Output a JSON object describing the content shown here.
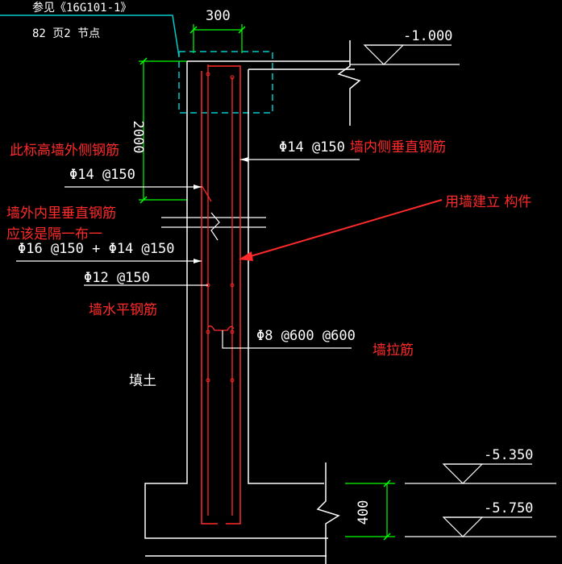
{
  "header": {
    "ref_line1": "参见《16G101-1》",
    "ref_line2": "82 页2 节点"
  },
  "dimensions": {
    "top_width": "300",
    "vertical_height": "2000",
    "base_thickness": "400"
  },
  "elevations": {
    "top": "-1.000",
    "upper_base": "-5.350",
    "lower_base": "-5.750"
  },
  "rebar_labels": {
    "inner_vertical": "Φ14 @150",
    "outer_vertical_high": "Φ14 @150",
    "outer_vertical_combined": "Φ16 @150 + Φ14 @150",
    "horizontal": "Φ12 @150",
    "tie": "Φ8 @600 @600"
  },
  "soil_label": "填土",
  "annotations": {
    "outer_high": "此标高墙外侧钢筋",
    "inner_vertical": "墙内侧垂直钢筋",
    "use_wall": "用墙建立 构件",
    "alternate_line1": "墙外内里垂直钢筋",
    "alternate_line2": "应该是隔一布一",
    "horizontal": "墙水平钢筋",
    "tie": "墙拉筋"
  },
  "colors": {
    "background": "#000000",
    "outline": "#ffffff",
    "dimension": "#00ff00",
    "annotation": "#ff2a2a",
    "rebar": "#ff2a2a",
    "hidden": "#00cccc"
  }
}
